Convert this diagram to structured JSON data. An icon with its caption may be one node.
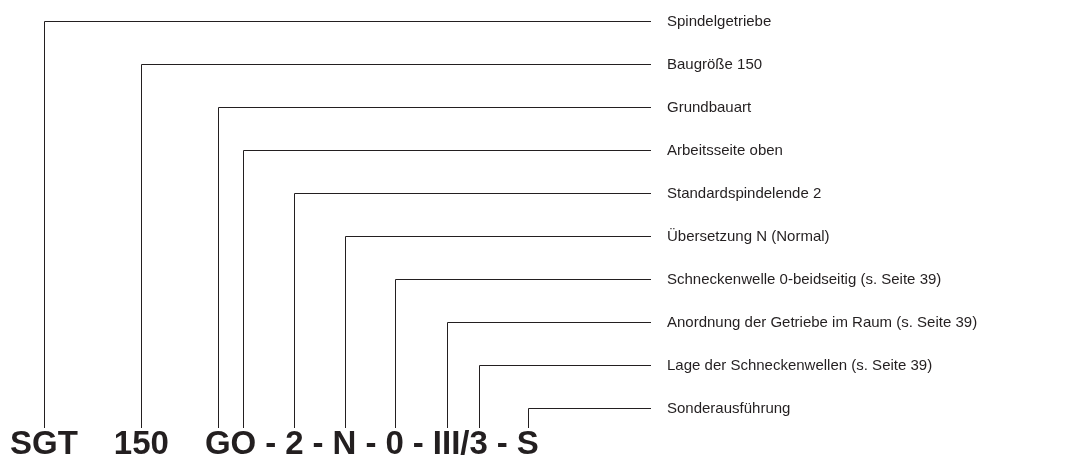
{
  "diagram": {
    "nodes": [
      {
        "text": [
          "Spindelgetriebe"
        ]
      },
      {
        "text": [
          "Baugröße 150"
        ]
      },
      {
        "text": [
          "Grundbauart"
        ]
      },
      {
        "text": [
          "Arbeitsseite oben"
        ]
      },
      {
        "text": [
          "Standardspindelende 2"
        ]
      },
      {
        "text": [
          "Übersetzung N (Normal)"
        ]
      },
      {
        "text": [
          "Schneckenwelle 0-beidseitig (s. Seite 39)"
        ]
      },
      {
        "text": [
          "Anordnung der Getriebe im Raum (s. Seite 39)"
        ]
      },
      {
        "text": [
          "Lage der Schneckenwellen (s. Seite 39)"
        ]
      },
      {
        "text": [
          "Sonderausführung"
        ]
      },
      {
        "text": [
          "SGT"
        ]
      },
      {
        "text": [
          "150"
        ]
      },
      {
        "text": [
          "G"
        ]
      },
      {
        "text": [
          "O"
        ]
      },
      {
        "text": [
          "2"
        ]
      },
      {
        "text": [
          "N"
        ]
      },
      {
        "text": [
          "0"
        ]
      },
      {
        "text": [
          "III"
        ]
      },
      {
        "text": [
          "3"
        ]
      },
      {
        "text": [
          "S"
        ]
      }
    ],
    "edges": [
      {
        "from": 0,
        "to": 10,
        "arrow": "none"
      },
      {
        "from": 1,
        "to": 11,
        "arrow": "none"
      },
      {
        "from": 2,
        "to": 12,
        "arrow": "none"
      },
      {
        "from": 3,
        "to": 13,
        "arrow": "none"
      },
      {
        "from": 4,
        "to": 14,
        "arrow": "none"
      },
      {
        "from": 5,
        "to": 15,
        "arrow": "none"
      },
      {
        "from": 6,
        "to": 16,
        "arrow": "none"
      },
      {
        "from": 7,
        "to": 17,
        "arrow": "none"
      },
      {
        "from": 8,
        "to": 18,
        "arrow": "none"
      },
      {
        "from": 9,
        "to": 19,
        "arrow": "none"
      }
    ],
    "labels": [
      "-",
      "-",
      "-",
      "-",
      "/",
      "-"
    ]
  }
}
